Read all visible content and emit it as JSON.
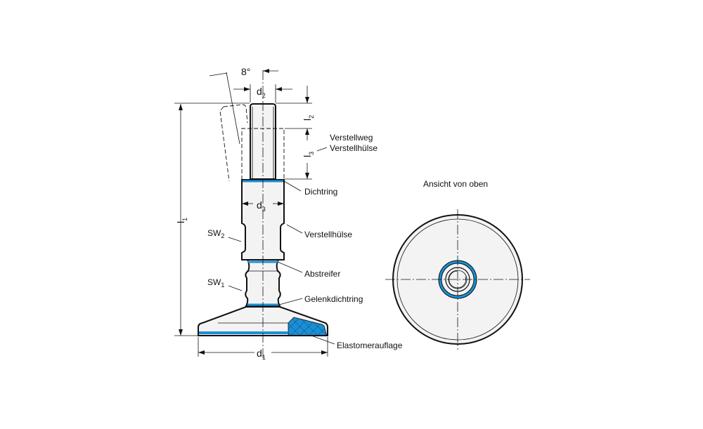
{
  "side_view": {
    "angle": "8°",
    "dims": {
      "d1": "d",
      "d1_sub": "1",
      "d2": "d",
      "d2_sub": "2",
      "d3": "d",
      "d3_sub": "3",
      "l1": "l",
      "l1_sub": "1",
      "l2": "l",
      "l2_sub": "2",
      "l3": "l",
      "l3_sub": "3"
    },
    "sw1": "SW",
    "sw1_sub": "1",
    "sw2": "SW",
    "sw2_sub": "2",
    "labels": {
      "verstellweg_1": "Verstellweg",
      "verstellweg_2": "Verstellhülse",
      "dichtring": "Dichtring",
      "verstellhuelse": "Verstellhülse",
      "abstreifer": "Abstreifer",
      "gelenkdichtring": "Gelenkdichtring",
      "elastomerauflage": "Elastomerauflage"
    }
  },
  "top_view": {
    "title": "Ansicht von oben"
  },
  "colors": {
    "accent": "#1a8fd6",
    "fill": "#f3f3f3"
  }
}
